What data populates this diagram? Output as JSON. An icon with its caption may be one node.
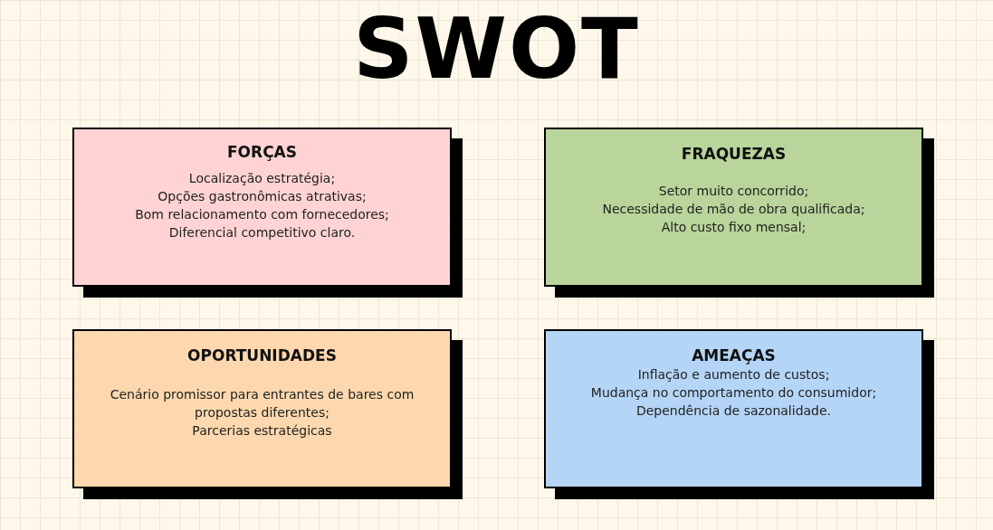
{
  "diagram": {
    "title": "SWOT",
    "nodes": [
      {
        "text": [
          "FORÇAS",
          "Localização estratégia;",
          "Opções gastronômicas atrativas;",
          "Bom relacionamento com fornecedores;",
          "Diferencial competitivo claro."
        ]
      },
      {
        "text": [
          "FRAQUEZAS",
          "Setor muito concorrido;",
          "Necessidade de mão de obra qualificada;",
          "Alto custo fixo mensal;"
        ]
      },
      {
        "text": [
          "OPORTUNIDADES",
          "Cenário promissor para entrantes de bares com propostas diferentes;",
          "Parcerias estratégicas"
        ]
      },
      {
        "text": [
          "AMEAÇAS",
          "Inflação e aumento de custos;",
          "Mudança no comportamento do consumidor;",
          "Dependência de sazonalidade."
        ]
      }
    ]
  }
}
